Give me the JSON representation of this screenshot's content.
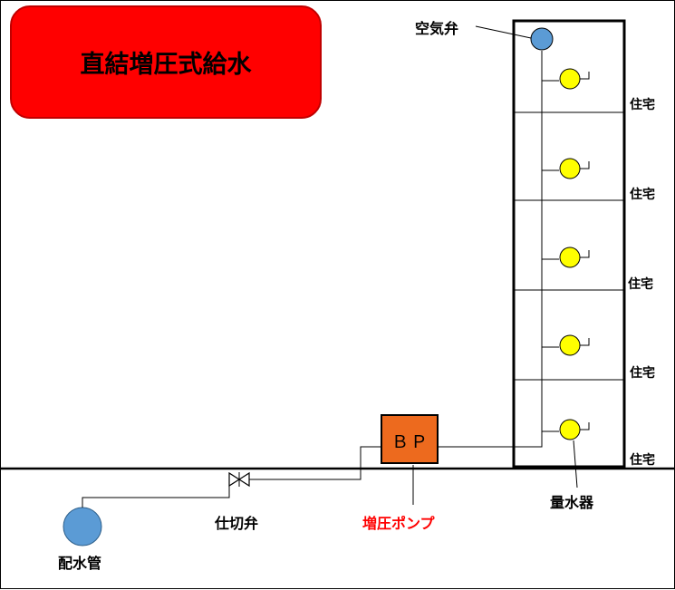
{
  "title": "直結増圧式給水",
  "labels": {
    "air_valve": "空気弁",
    "residence": [
      "住宅",
      "住宅",
      "住宅",
      "住宅",
      "住宅"
    ],
    "booster_box": "ＢＰ",
    "booster_pump": "増圧ポンプ",
    "water_meter": "量水器",
    "gate_valve": "仕切弁",
    "distribution_main": "配水管"
  },
  "colors": {
    "title_fill": "#ff0000",
    "pump_fill": "#ed6a1e",
    "meter_fill": "#ffff00",
    "pipe_circle_fill": "#5b9bd5",
    "highlight_text": "#ff0000"
  },
  "icons": [
    "gate-valve-icon",
    "water-meter-icon",
    "air-valve-icon"
  ]
}
